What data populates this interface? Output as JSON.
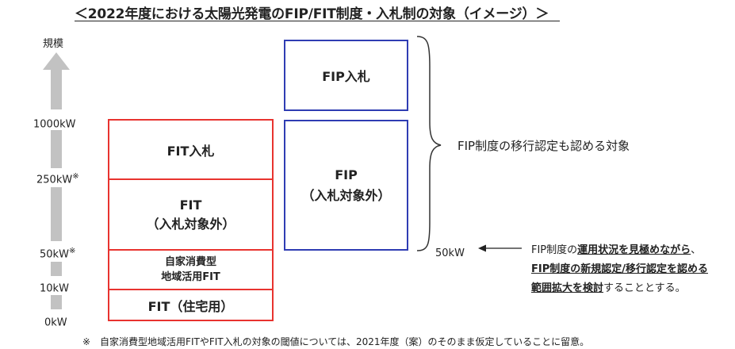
{
  "title": "＜2022年度における太陽光発電のFIP/FIT制度・入札制の対象（イメージ）＞",
  "axis": {
    "scale_label": "規模",
    "ticks": [
      {
        "label": "1000kW",
        "mark": ""
      },
      {
        "label": "250kW",
        "mark": "※"
      },
      {
        "label": "50kW",
        "mark": "※"
      },
      {
        "label": "10kW",
        "mark": ""
      },
      {
        "label": "0kW",
        "mark": ""
      }
    ]
  },
  "fit_column": {
    "fit_auction": "FIT入札",
    "fit_line1": "FIT",
    "fit_line2": "（入札対象外）",
    "self_line1": "自家消費型",
    "self_line2": "地域活用FIT",
    "residential": "FIT（住宅用）"
  },
  "fip_column": {
    "fip_auction": "FIP入札",
    "fip_line1": "FIP",
    "fip_line2": "（入札対象外）"
  },
  "brace_text": "FIP制度の移行認定も認める対象",
  "threshold_label": "50kW",
  "note": {
    "l1_a": "FIP制度の",
    "l1_b": "運用状況を見極めながら",
    "l1_c": "、",
    "l2": "FIP制度の新規認定/移行認定を認める",
    "l3_a": "範囲拡大を検討",
    "l3_b": "することとする。"
  },
  "footnote": "※　自家消費型地域活用FITやFIT入札の対象の閾値については、2021年度（案）のそのまま仮定していることに留意。",
  "colors": {
    "fit_border": "#e8332f",
    "fip_border": "#2f3db3",
    "axis_gray": "#c2c2c2"
  }
}
